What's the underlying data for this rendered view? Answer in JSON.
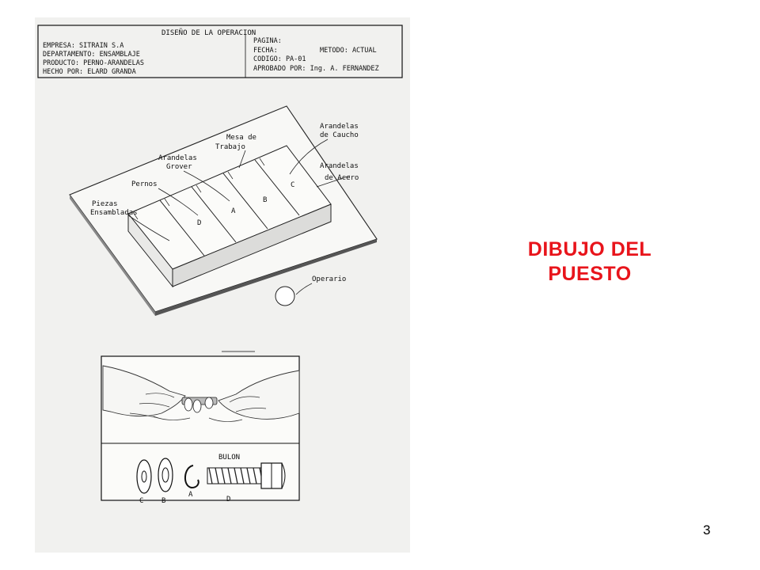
{
  "slide": {
    "title_line1": "DIBUJO DEL",
    "title_line2": "PUESTO",
    "page_number": "3",
    "title_color": "#e8141b"
  },
  "form": {
    "heading": "DISEÑO DE LA OPERACION",
    "empresa": "EMPRESA: SITRAIN S.A",
    "departamento": "DEPARTAMENTO: ENSAMBLAJE",
    "producto": "PRODUCTO: PERNO-ARANDELAS",
    "hecho_por": "HECHO POR: ELARD GRANDA",
    "pagina": "PAGINA:",
    "fecha": "FECHA:",
    "metodo": "METODO: ACTUAL",
    "codigo": "CODIGO: PA-01",
    "aprobado": "APROBADO POR: Ing. A. FERNANDEZ"
  },
  "drawing": {
    "mesa1": "Mesa de",
    "mesa2": "Trabajo",
    "caucho1": "Arandelas",
    "caucho2": "de Caucho",
    "acero1": "Arandelas",
    "acero2": "de Acero",
    "grover1": "Arandelas",
    "grover2": "Grover",
    "pernos": "Pernos",
    "piezas1": "Piezas",
    "piezas2": "Ensambladas",
    "operario": "Operario",
    "bin_d": "D",
    "bin_a": "A",
    "bin_b": "B",
    "bin_c": "C"
  },
  "parts": {
    "bulon": "BULON",
    "c": "C",
    "b": "B",
    "a": "A",
    "d": "D"
  }
}
